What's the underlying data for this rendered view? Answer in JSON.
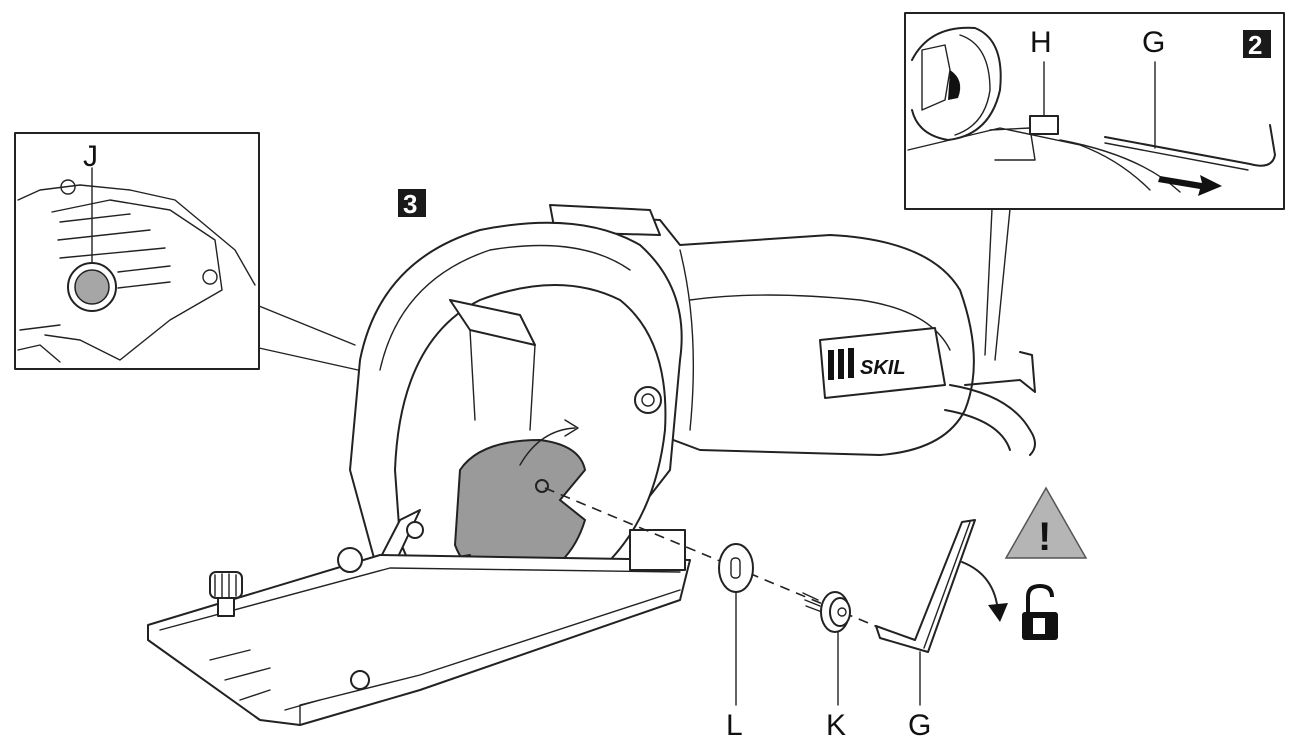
{
  "figure": {
    "step_main": "3",
    "step_inset": "2",
    "brand": "SKIL",
    "labels": {
      "J": "J",
      "H": "H",
      "G_inset": "G",
      "L": "L",
      "K": "K",
      "G_bottom": "G"
    },
    "warning_symbol": "!",
    "icons": [
      "warning-triangle-icon",
      "unlock-padlock-icon",
      "direction-arrow-icon",
      "rotation-arrow-icon"
    ],
    "colors": {
      "line": "#222222",
      "blade_fill": "#9a9a9a",
      "warning_fill": "#b5b5b5",
      "badge_fill": "#1a1a1a"
    }
  }
}
